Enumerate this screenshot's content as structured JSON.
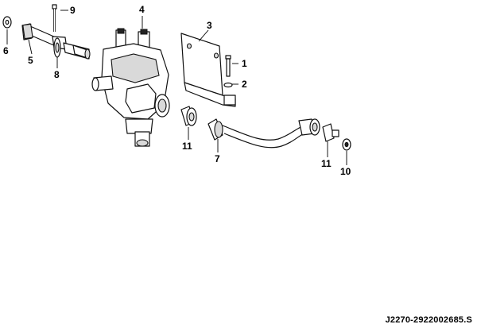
{
  "reference_code": "J2270-2922002685.S",
  "callouts": {
    "c1": "1",
    "c2": "2",
    "c3": "3",
    "c4": "4",
    "c5": "5",
    "c6": "6",
    "c7": "7",
    "c8": "8",
    "c9": "9",
    "c10": "10",
    "c11a": "11",
    "c11b": "11"
  }
}
